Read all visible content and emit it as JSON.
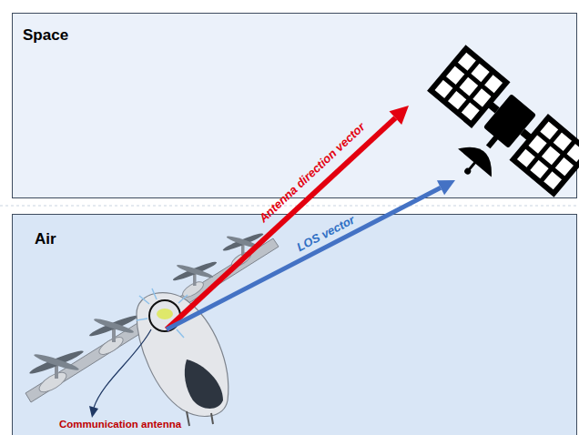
{
  "diagram": {
    "nodes": [
      {
        "text": [
          "Space"
        ]
      },
      {
        "text": [
          "Air"
        ]
      }
    ],
    "labels": [
      "Antenna direction vector",
      "LOS vector",
      "Communication antenna"
    ]
  }
}
